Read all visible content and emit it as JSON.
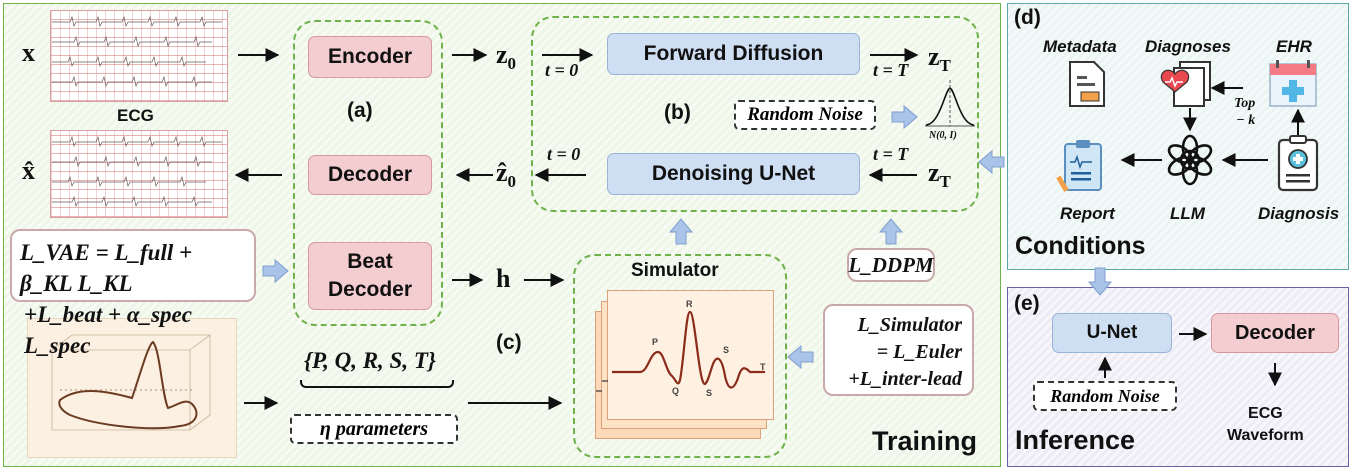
{
  "panel_labels": {
    "a": "(a)",
    "b": "(b)",
    "c": "(c)",
    "d": "(d)",
    "e": "(e)"
  },
  "section_titles": {
    "training": "Training",
    "conditions": "Conditions",
    "inference": "Inference"
  },
  "vae": {
    "input_x": "x",
    "input_caption": "ECG",
    "output_xhat": "x̂",
    "encoder": "Encoder",
    "decoder": "Decoder",
    "beat_decoder_line1": "Beat",
    "beat_decoder_line2": "Decoder",
    "z0": "z",
    "z0_sub": "0",
    "z0hat": "ẑ",
    "z0hat_sub": "0",
    "h": "h",
    "loss_line1": "L_VAE = L_full + β_KL L_KL",
    "loss_line2": "+L_beat + α_spec L_spec"
  },
  "diffusion": {
    "forward": "Forward Diffusion",
    "denoise": "Denoising U-Net",
    "t0_top": "t = 0",
    "tT_top": "t = T",
    "t0_bottom": "t = 0",
    "tT_bottom": "t = T",
    "zT_top": "z",
    "zT_top_sub": "T",
    "zT_bottom": "z",
    "zT_bottom_sub": "T",
    "random_noise": "Random Noise",
    "normal_label": "N(0, I)",
    "loss": "L_DDPM"
  },
  "simulator": {
    "title": "Simulator",
    "params": "{P, Q, R, S, T}",
    "eta": "η parameters",
    "loss_line1": "L_Simulator",
    "loss_line2": "= L_Euler",
    "loss_line3": "+L_inter-lead",
    "wave_labels": {
      "P": "P",
      "Q": "Q",
      "R": "R",
      "S1": "S",
      "S2": "S",
      "T": "T"
    }
  },
  "conditions": {
    "metadata": "Metadata",
    "diagnoses": "Diagnoses",
    "ehr": "EHR",
    "topk_line1": "Top",
    "topk_line2": "− k",
    "report": "Report",
    "llm": "LLM",
    "diagnosis": "Diagnosis"
  },
  "inference": {
    "unet": "U-Net",
    "decoder": "Decoder",
    "random_noise": "Random Noise",
    "output_line1": "ECG",
    "output_line2": "Waveform"
  },
  "colors": {
    "training_border": "#6fb24a",
    "conditions_border": "#5aa7a3",
    "inference_border": "#6b5fa8",
    "pink": "#f3cdd0",
    "blue": "#cfdff3",
    "arrow_blue": "#a9c4e8"
  }
}
